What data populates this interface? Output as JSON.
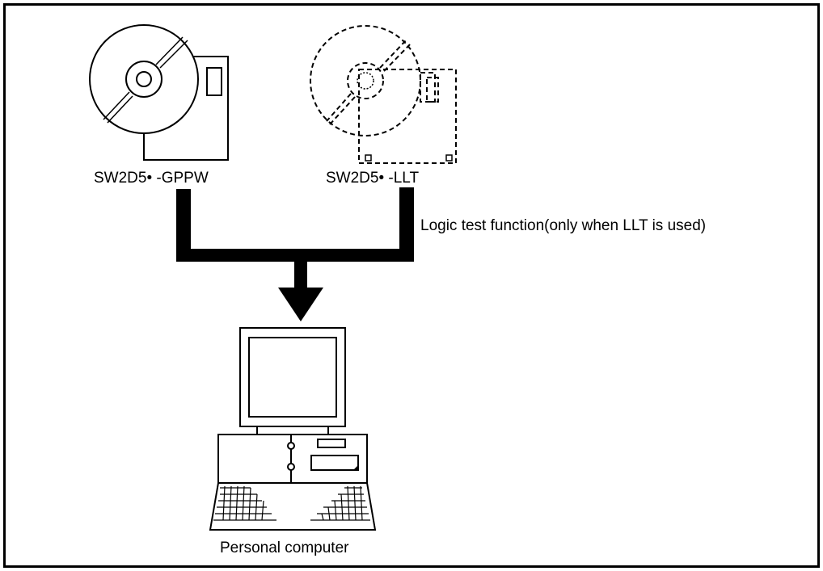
{
  "labels": {
    "media_gppw": "SW2D5• -GPPW",
    "media_llt": "SW2D5• -LLT",
    "logic_test_note": "Logic test function(only when LLT is used)",
    "computer": "Personal computer"
  },
  "icons": {
    "gppw_media": "cd-and-floppy-icon",
    "llt_media": "dashed-cd-and-floppy-icon",
    "computer": "personal-computer-icon"
  },
  "colors": {
    "line": "#000000",
    "background": "#ffffff"
  }
}
